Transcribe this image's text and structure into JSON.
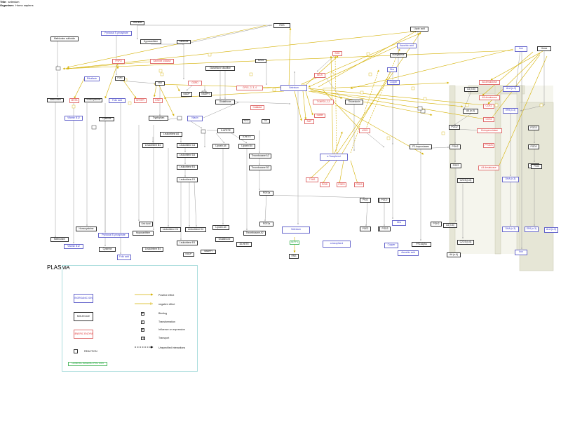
{
  "header": {
    "title_label": "Title:",
    "title_value": "selenium",
    "organism_label": "Organism:",
    "organism_value": "Homo sapiens"
  },
  "plasma_label": "PLASMA",
  "colors": {
    "molecule": "#111111",
    "ion": "#3333cc",
    "enzyme": "#e03030",
    "binding_protein": "#2aa84a",
    "positive_arrow": "#d4b000",
    "edge": "#9a9a9a",
    "band": "#e6e6d6"
  },
  "nodes": [
    {
      "id": "n1",
      "label": "Uric acid",
      "kind": "mol"
    },
    {
      "id": "n2",
      "label": "ROS",
      "kind": "mol"
    },
    {
      "id": "n3",
      "label": "Lipoic acid",
      "kind": "mol"
    },
    {
      "id": "n4",
      "label": "Methionine sulfoxide",
      "kind": "mol"
    },
    {
      "id": "n5",
      "label": "Pyridoxal 5'-phosphate",
      "kind": "ion"
    },
    {
      "id": "n6",
      "label": "Hypoxanthine",
      "kind": "mol"
    },
    {
      "id": "n7",
      "label": "Xanthine",
      "kind": "mol"
    },
    {
      "id": "n8",
      "label": "Xanthine oxidase",
      "kind": "enz"
    },
    {
      "id": "n9",
      "label": "PNPO",
      "kind": "enz"
    },
    {
      "id": "n10",
      "label": "H2O2",
      "kind": "mol"
    },
    {
      "id": "n11",
      "label": "SOD",
      "kind": "enz"
    },
    {
      "id": "n12",
      "label": "Ascorbic acid",
      "kind": "ion"
    },
    {
      "id": "n13",
      "label": "Manganese",
      "kind": "mol"
    },
    {
      "id": "n14",
      "label": "Iron",
      "kind": "ion"
    },
    {
      "id": "n15",
      "label": "Heme",
      "kind": "mol"
    },
    {
      "id": "n16",
      "label": "Riboflavin",
      "kind": "ion"
    },
    {
      "id": "n17",
      "label": "FMN",
      "kind": "mol"
    },
    {
      "id": "n18",
      "label": "FAD",
      "kind": "mol"
    },
    {
      "id": "n19",
      "label": "Glutathione disulfide",
      "kind": "mol"
    },
    {
      "id": "n20",
      "label": "SELK",
      "kind": "enz"
    },
    {
      "id": "n21",
      "label": "Zinc",
      "kind": "ion"
    },
    {
      "id": "n22",
      "label": "Copper",
      "kind": "ion"
    },
    {
      "id": "n23",
      "label": "GSRD",
      "kind": "enz"
    },
    {
      "id": "n24",
      "label": "GPX1, 2, 3, 4",
      "kind": "enz"
    },
    {
      "id": "n25",
      "label": "Selenium",
      "kind": "ion"
    },
    {
      "id": "n26",
      "label": "NADP",
      "kind": "mol"
    },
    {
      "id": "n27",
      "label": "NADPH",
      "kind": "mol"
    },
    {
      "id": "n28",
      "label": "Methionine",
      "kind": "mol"
    },
    {
      "id": "n29",
      "label": "MSTA",
      "kind": "enz"
    },
    {
      "id": "n30",
      "label": "Homocysteine",
      "kind": "mol"
    },
    {
      "id": "n31",
      "label": "Folic acid",
      "kind": "ion"
    },
    {
      "id": "n32",
      "label": "MTHFR",
      "kind": "enz"
    },
    {
      "id": "n33",
      "label": "KNO",
      "kind": "enz"
    },
    {
      "id": "n34",
      "label": "Glutathione",
      "kind": "mol"
    },
    {
      "id": "n35",
      "label": "TXNRD1,2,3",
      "kind": "enz"
    },
    {
      "id": "n36",
      "label": "Thioredoxin",
      "kind": "mol"
    },
    {
      "id": "n37",
      "label": "Catalase",
      "kind": "enz"
    },
    {
      "id": "n38",
      "label": "SAMe",
      "kind": "enz"
    },
    {
      "id": "n39",
      "label": "SelP",
      "kind": "enz"
    },
    {
      "id": "n40",
      "label": "AA (n-6)",
      "kind": "mol"
    },
    {
      "id": "n41",
      "label": "LA (n-6)",
      "kind": "mol"
    },
    {
      "id": "n42",
      "label": "ALA (n-3)",
      "kind": "ion"
    },
    {
      "id": "n43",
      "label": "Δ6-desaturase",
      "kind": "enz"
    },
    {
      "id": "n44",
      "label": "Δ5-desaturase",
      "kind": "enz"
    },
    {
      "id": "n45",
      "label": "COX1",
      "kind": "enz"
    },
    {
      "id": "n46",
      "label": "COX2",
      "kind": "enz"
    },
    {
      "id": "n47",
      "label": "EPA (n-3)",
      "kind": "ion"
    },
    {
      "id": "n48",
      "label": "Vitamin B12",
      "kind": "ion"
    },
    {
      "id": "n49",
      "label": "Cysteine",
      "kind": "mol"
    },
    {
      "id": "n50",
      "label": "Tryptophan",
      "kind": "mol"
    },
    {
      "id": "n51",
      "label": "Niacin",
      "kind": "ion"
    },
    {
      "id": "n52",
      "label": "5-HPETE",
      "kind": "mol"
    },
    {
      "id": "n53",
      "label": "5-HETE",
      "kind": "mol"
    },
    {
      "id": "n54",
      "label": "Leukotriene A4",
      "kind": "mol"
    },
    {
      "id": "n55",
      "label": "Leukotriene B4",
      "kind": "mol"
    },
    {
      "id": "n56",
      "label": "Leukotriene C4",
      "kind": "mol"
    },
    {
      "id": "n57",
      "label": "Leukotriene D4",
      "kind": "mol"
    },
    {
      "id": "n58",
      "label": "Leukotriene E4",
      "kind": "mol"
    },
    {
      "id": "n59",
      "label": "Leukotriene F4",
      "kind": "mol"
    },
    {
      "id": "n60",
      "label": "LOX5",
      "kind": "enz"
    },
    {
      "id": "n61",
      "label": "Lipoxin A4",
      "kind": "mol"
    },
    {
      "id": "n62",
      "label": "Lipoxin B4",
      "kind": "mol"
    },
    {
      "id": "n63",
      "label": "Thromboxane A2",
      "kind": "mol"
    },
    {
      "id": "n64",
      "label": "Thromboxane B2",
      "kind": "mol"
    },
    {
      "id": "n65",
      "label": "PGG2",
      "kind": "mol"
    },
    {
      "id": "n66",
      "label": "PGH2",
      "kind": "mol"
    },
    {
      "id": "n67",
      "label": "PGE2",
      "kind": "mol"
    },
    {
      "id": "n68",
      "label": "PGD3",
      "kind": "mol"
    },
    {
      "id": "n69",
      "label": "PGG3",
      "kind": "mol"
    },
    {
      "id": "n70",
      "label": "PGH3",
      "kind": "mol"
    },
    {
      "id": "n71",
      "label": "Endoperoxidase",
      "kind": "enz"
    },
    {
      "id": "n72",
      "label": "PTGDS",
      "kind": "enz"
    },
    {
      "id": "n73",
      "label": "Δ4-desaturase",
      "kind": "enz"
    },
    {
      "id": "n74",
      "label": "α-Tocopherol",
      "kind": "ion"
    },
    {
      "id": "n75",
      "label": "F2-Isoprostanes",
      "kind": "mol"
    },
    {
      "id": "n76",
      "label": "C22:5 (n-6)",
      "kind": "mol"
    },
    {
      "id": "n77",
      "label": "DHA (n-3)",
      "kind": "ion"
    },
    {
      "id": "n78",
      "label": "TXAS",
      "kind": "enz"
    },
    {
      "id": "n79",
      "label": "PGIS",
      "kind": "enz"
    },
    {
      "id": "n80",
      "label": "PGES",
      "kind": "enz"
    },
    {
      "id": "n81",
      "label": "PGDS",
      "kind": "enz"
    },
    {
      "id": "n82",
      "label": "PGF2a",
      "kind": "mol"
    },
    {
      "id": "n83",
      "label": "PGI2",
      "kind": "mol"
    },
    {
      "id": "n84",
      "label": "PGD2",
      "kind": "mol"
    },
    {
      "id": "n85",
      "label": "PGE2",
      "kind": "mol"
    },
    {
      "id": "n86",
      "label": "LA (n-6)",
      "kind": "mol"
    },
    {
      "id": "n87",
      "label": "AA (n-6)",
      "kind": "mol"
    },
    {
      "id": "n88",
      "label": "C22:5 (n-6)",
      "kind": "mol"
    },
    {
      "id": "n89",
      "label": "Uric Acid",
      "kind": "mol"
    },
    {
      "id": "n90",
      "label": "Hypoxanthine",
      "kind": "mol"
    },
    {
      "id": "n91",
      "label": "Homocysteine",
      "kind": "mol"
    },
    {
      "id": "n92",
      "label": "Pyridoxal 5'-phosphate",
      "kind": "ion"
    },
    {
      "id": "n93",
      "label": "Methionine",
      "kind": "mol"
    },
    {
      "id": "n94",
      "label": "Vitamin B12",
      "kind": "ion"
    },
    {
      "id": "n95",
      "label": "Cysteine",
      "kind": "mol"
    },
    {
      "id": "n96",
      "label": "Folic acid",
      "kind": "ion"
    },
    {
      "id": "n97",
      "label": "Leukotriene B4",
      "kind": "mol"
    },
    {
      "id": "n98",
      "label": "Leukotriene C4",
      "kind": "mol"
    },
    {
      "id": "n99",
      "label": "Leukotriene D4",
      "kind": "mol"
    },
    {
      "id": "n100",
      "label": "Leukotriene E4",
      "kind": "mol"
    },
    {
      "id": "n101",
      "label": "NADPH",
      "kind": "mol"
    },
    {
      "id": "n102",
      "label": "NADP",
      "kind": "mol"
    },
    {
      "id": "n103",
      "label": "Lipoxin A4",
      "kind": "mol"
    },
    {
      "id": "n104",
      "label": "Glutathione",
      "kind": "mol"
    },
    {
      "id": "n105",
      "label": "15-HETE",
      "kind": "mol"
    },
    {
      "id": "n106",
      "label": "Thromboxane A2",
      "kind": "mol"
    },
    {
      "id": "n107",
      "label": "PGF2a",
      "kind": "mol"
    },
    {
      "id": "n108",
      "label": "Selenium",
      "kind": "ion"
    },
    {
      "id": "n109",
      "label": "SEPP1",
      "kind": "gbp"
    },
    {
      "id": "n110",
      "label": "RNS",
      "kind": "mol"
    },
    {
      "id": "n111",
      "label": "α-tocopherol",
      "kind": "ion"
    },
    {
      "id": "n112",
      "label": "Zinc",
      "kind": "ion"
    },
    {
      "id": "n113",
      "label": "Copper",
      "kind": "ion"
    },
    {
      "id": "n114",
      "label": "Ascorbic acid",
      "kind": "ion"
    },
    {
      "id": "n115",
      "label": "PGE2",
      "kind": "mol"
    },
    {
      "id": "n116",
      "label": "PGD2",
      "kind": "mol"
    },
    {
      "id": "n117",
      "label": "PF2-alpha",
      "kind": "mol"
    },
    {
      "id": "n118",
      "label": "Iron",
      "kind": "ion"
    },
    {
      "id": "n119",
      "label": "DHA (n-3)",
      "kind": "ion"
    },
    {
      "id": "n120",
      "label": "EPA (n-3)",
      "kind": "ion"
    },
    {
      "id": "n121",
      "label": "ALA (n-3)",
      "kind": "ion"
    },
    {
      "id": "n122",
      "label": "H2O",
      "kind": "mol"
    },
    {
      "id": "n123",
      "label": "O2",
      "kind": "mol"
    },
    {
      "id": "n124",
      "label": "PGH2",
      "kind": "mol"
    },
    {
      "id": "n125",
      "label": "PGD2",
      "kind": "mol"
    },
    {
      "id": "n126",
      "label": "PGD3",
      "kind": "mol"
    },
    {
      "id": "n127",
      "label": "PGI3",
      "kind": "mol"
    }
  ],
  "legend": {
    "inorganic_ion": "INORGANIC ION",
    "molecule": "MOLECULE",
    "generic_enzyme": "GENERIC ENZYME",
    "reaction": "REACTION",
    "generic_binding_protein": "GENERIC BINDING PROTEIN",
    "positive_effect": "Positive effect",
    "negative_effect": "negative effect",
    "binding": "Binding",
    "transformation": "Transformation",
    "influence_on_expression": "Influence on expression",
    "transport": "Transport",
    "unspecified_interactions": "Unspecified interactions",
    "marker_b": "B",
    "marker_t": "T",
    "marker_ie": "IE",
    "marker_tr": "TR"
  }
}
